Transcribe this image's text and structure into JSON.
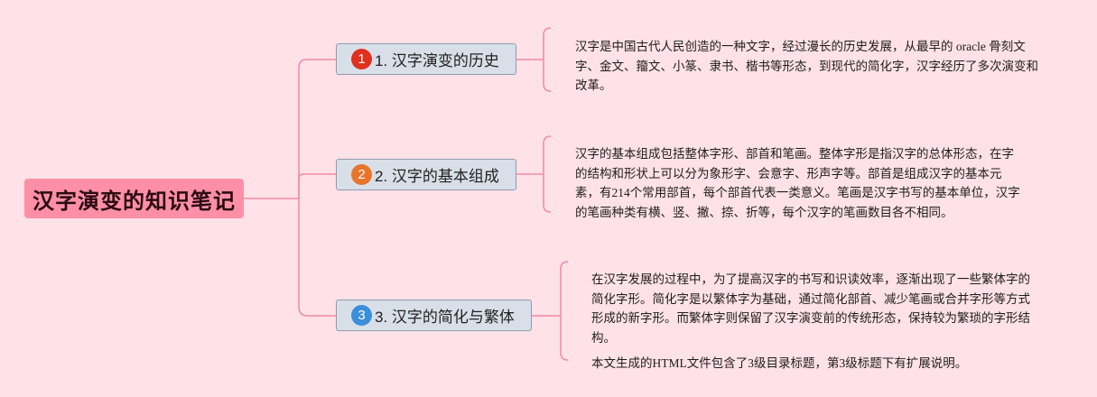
{
  "root": {
    "title": "汉字演变的知识笔记",
    "connector_color": "#f08aa2",
    "fill_color": "#ff8fa6"
  },
  "branches": [
    {
      "number": "1",
      "badge_color": "#e0301e",
      "label": "1. 汉字演变的历史",
      "notes": [
        "汉字是中国古代人民创造的一种文字，经过漫长的历史发展，从最早的 oracle 骨刻文字、金文、籀文、小篆、隶书、楷书等形态，到现代的简化字，汉字经历了多次演变和改革。"
      ]
    },
    {
      "number": "2",
      "badge_color": "#e8742a",
      "label": "2. 汉字的基本组成",
      "notes": [
        "汉字的基本组成包括整体字形、部首和笔画。整体字形是指汉字的总体形态，在字的结构和形状上可以分为象形字、会意字、形声字等。部首是组成汉字的基本元素，有214个常用部首，每个部首代表一类意义。笔画是汉字书写的基本单位，汉字的笔画种类有横、竖、撇、捺、折等，每个汉字的笔画数目各不相同。"
      ]
    },
    {
      "number": "3",
      "badge_color": "#3b8fd9",
      "label": "3. 汉字的简化与繁体",
      "notes": [
        "在汉字发展的过程中，为了提高汉字的书写和识读效率，逐渐出现了一些繁体字的简化字形。简化字是以繁体字为基础，通过简化部首、减少笔画或合并字形等方式形成的新字形。而繁体字则保留了汉字演变前的传统形态，保持较为繁琐的字形结构。",
        "本文生成的HTML文件包含了3级目录标题，第3级标题下有扩展说明。"
      ]
    }
  ]
}
